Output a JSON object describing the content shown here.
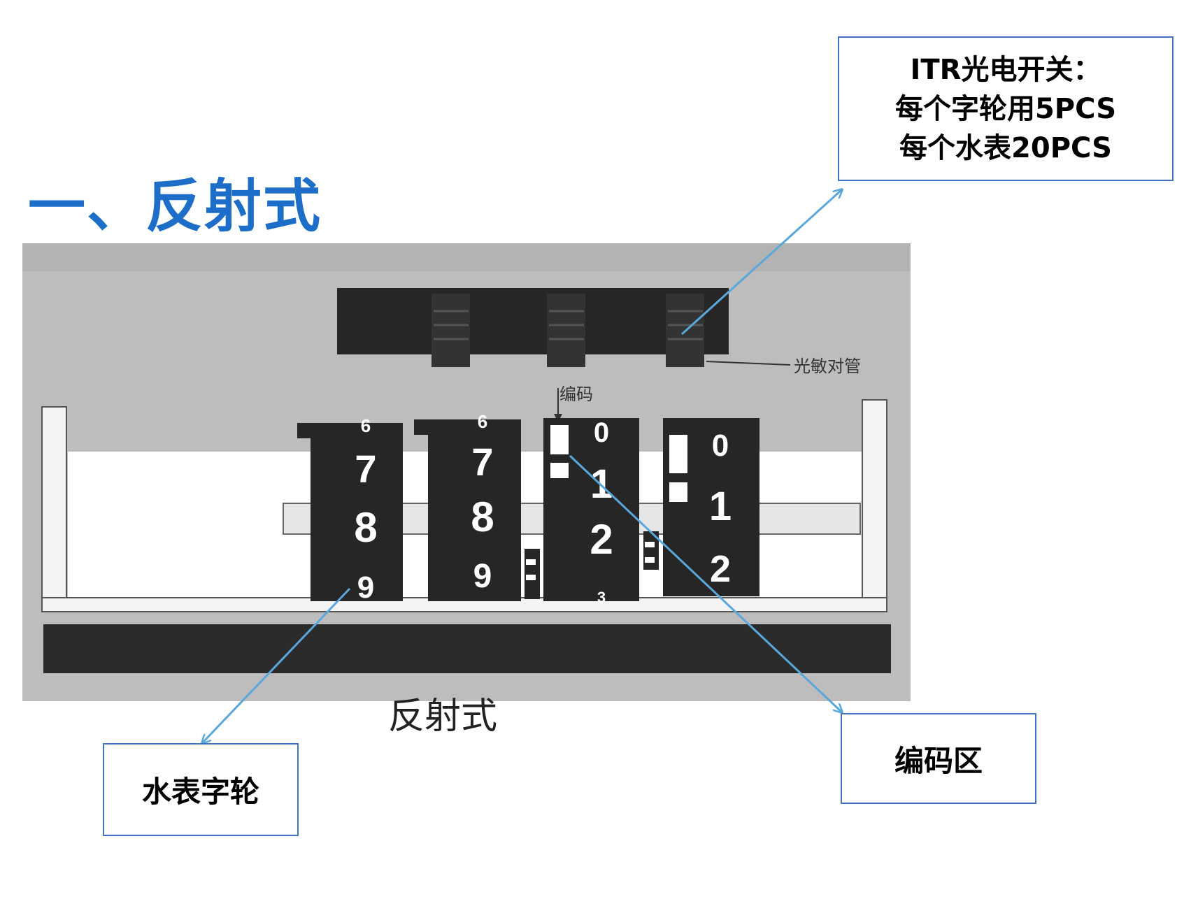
{
  "title": "一、反射式",
  "itr_callout": {
    "lines": [
      "ITR光电开关：",
      "每个字轮用5PCS",
      "每个水表20PCS"
    ]
  },
  "wheel_callout": {
    "label": "水表字轮"
  },
  "code_callout": {
    "label": "编码区"
  },
  "figure": {
    "caption": "反射式",
    "label_photosensor": "光敏对管",
    "label_code": "编码",
    "wheels": [
      {
        "digits": [
          "6",
          "7",
          "8",
          "9"
        ]
      },
      {
        "digits": [
          "6",
          "7",
          "8",
          "9"
        ]
      },
      {
        "digits": [
          "0",
          "1",
          "2",
          "3"
        ]
      },
      {
        "digits": [
          "0",
          "1",
          "2"
        ]
      }
    ]
  },
  "colors": {
    "title": "#1d6ec8",
    "callout_border": "#4472c4",
    "arrow": "#5aa7dc",
    "photo_bg": "#bdbdbd",
    "dark": "#262626"
  }
}
